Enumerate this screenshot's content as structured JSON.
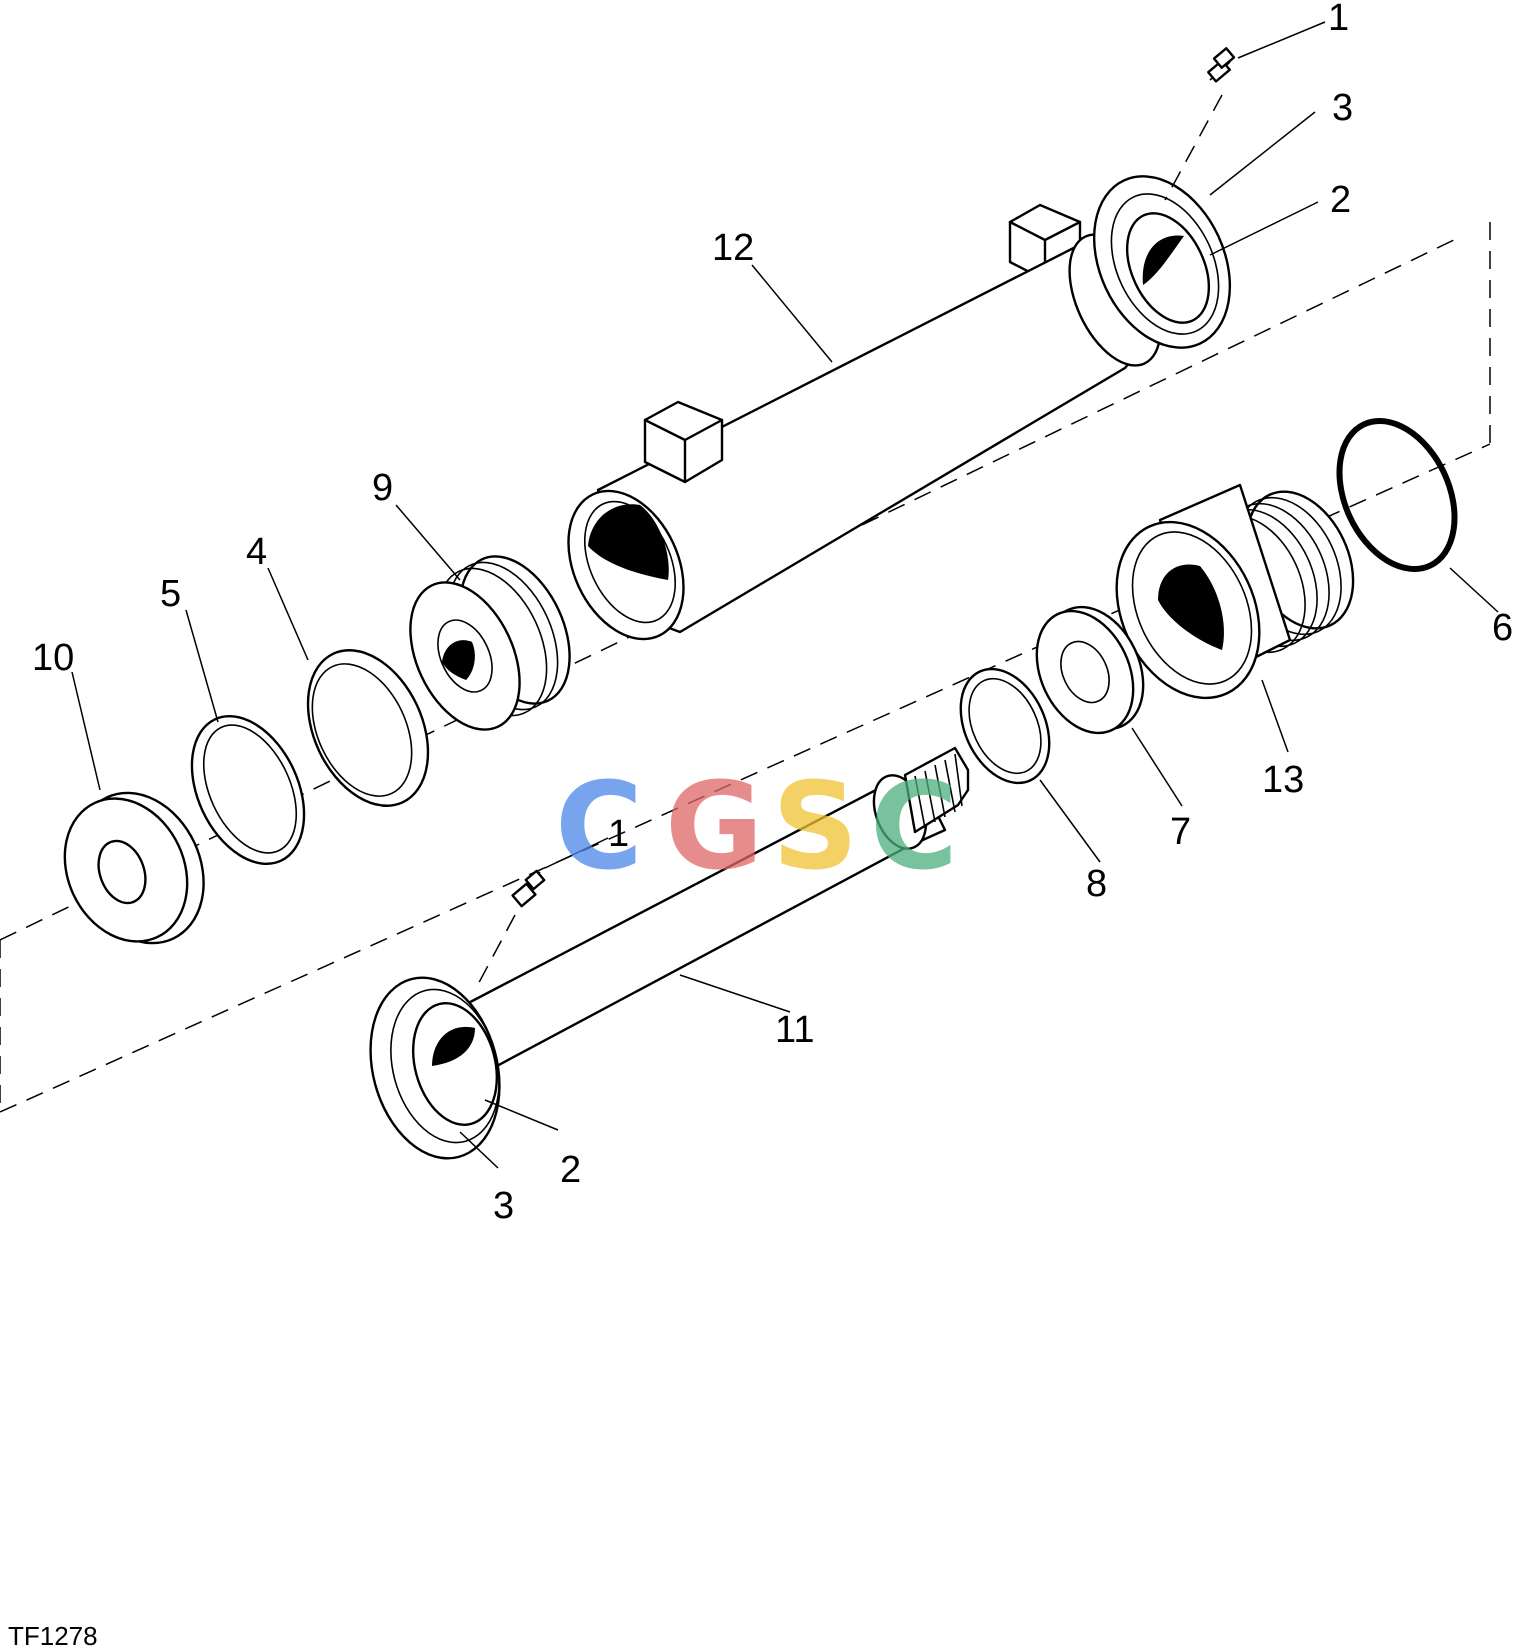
{
  "figure_id": "TF1278",
  "watermark": {
    "letters": [
      "C",
      "G",
      "S",
      "C"
    ],
    "colors": [
      "#4a86e8",
      "#e06666",
      "#f1c232",
      "#4caf7d"
    ]
  },
  "callouts": {
    "c1a": "1",
    "c3a": "3",
    "c2a": "2",
    "c12": "12",
    "c9": "9",
    "c4": "4",
    "c5": "5",
    "c10": "10",
    "c6": "6",
    "c13": "13",
    "c7": "7",
    "c8": "8",
    "c1b": "1",
    "c11": "11",
    "c2b": "2",
    "c3b": "3"
  }
}
